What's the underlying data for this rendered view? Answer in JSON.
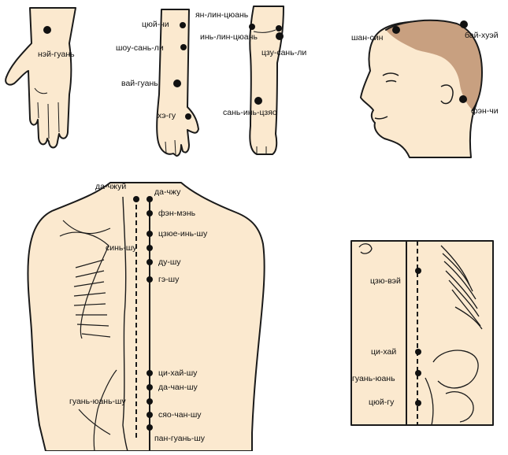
{
  "colors": {
    "skin": "#fbe9cf",
    "outline": "#1a1a1a",
    "hair": "#c8a080",
    "point": "#111111"
  },
  "panels": {
    "hand": {
      "points": [
        {
          "id": "nei-guan",
          "label": "нэй-гуань"
        }
      ]
    },
    "forearm": {
      "points": [
        {
          "id": "chi-tse-left",
          "label": "цюй-чи"
        },
        {
          "id": "shou-san-li",
          "label": "шоу-сань-ли"
        },
        {
          "id": "wai-guan",
          "label": "вай-гуань"
        },
        {
          "id": "he-gu",
          "label": "хэ-гу"
        }
      ]
    },
    "leg": {
      "points": [
        {
          "id": "yang-ling-quan",
          "label": "ян-лин-цюань"
        },
        {
          "id": "yin-ling-quan",
          "label": "инь-лин-цюань"
        },
        {
          "id": "zu-san-li",
          "label": "цзу-сань-ли"
        },
        {
          "id": "san-yin-jiao",
          "label": "сань-инь-цзяо"
        }
      ]
    },
    "head": {
      "points": [
        {
          "id": "shang-xing",
          "label": "шан-син"
        },
        {
          "id": "bai-hui",
          "label": "бай-хуэй"
        },
        {
          "id": "feng-chi",
          "label": "фэн-чи"
        }
      ]
    },
    "back": {
      "points": [
        {
          "id": "da-zhui",
          "label": "да-чжуй"
        },
        {
          "id": "da-zhu",
          "label": "да-чжу"
        },
        {
          "id": "feng-men",
          "label": "фэн-мэнь"
        },
        {
          "id": "jue-yin-shu",
          "label": "цзюе-инь-шу"
        },
        {
          "id": "xin-shu",
          "label": "синь-шу"
        },
        {
          "id": "du-shu",
          "label": "ду-шу"
        },
        {
          "id": "ge-shu",
          "label": "гэ-шу"
        },
        {
          "id": "qi-hai-shu",
          "label": "ци-хай-шу"
        },
        {
          "id": "da-chang-shu",
          "label": "да-чан-шу"
        },
        {
          "id": "guan-yuan-shu",
          "label": "гуань-юань-шу"
        },
        {
          "id": "xiao-chang-shu",
          "label": "сяо-чан-шу"
        },
        {
          "id": "pang-guang-shu",
          "label": "пан-гуань-шу"
        }
      ]
    },
    "torso": {
      "points": [
        {
          "id": "zhong-wan",
          "label": "цзю-вэй"
        },
        {
          "id": "qi-hai",
          "label": "ци-хай"
        },
        {
          "id": "guan-yuan",
          "label": "гуань-юань"
        },
        {
          "id": "qu-gu",
          "label": "цюй-гу"
        }
      ]
    }
  }
}
